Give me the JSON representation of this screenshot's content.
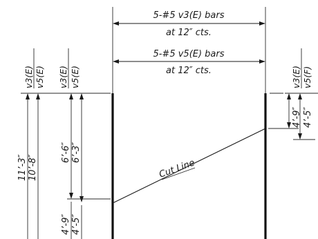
{
  "bars_top": {
    "line1": "5-#5 v3(E) bars",
    "line2": "at 12″ cts."
  },
  "bars_mid": {
    "line1": "5-#5 v5(E) bars",
    "line2": "at 12″ cts."
  },
  "left_col_1": {
    "label_a": "v3(E)",
    "label_b": "v5(E)",
    "dim_a": "11’-3″",
    "dim_b": "10’-8″"
  },
  "left_col_2": {
    "label_a": "v3(E)",
    "label_b": "v5(E)",
    "dim_a": "6’-6″",
    "dim_b": "6’-3″",
    "dim_c": "4’-9″",
    "dim_d": "4’-5″"
  },
  "right_col": {
    "label_a": "v3(E)",
    "label_b": "v5(F)",
    "dim_a": "4’-9″",
    "dim_b": "4’-5″"
  },
  "cut_line": {
    "label": "Cut Line"
  }
}
